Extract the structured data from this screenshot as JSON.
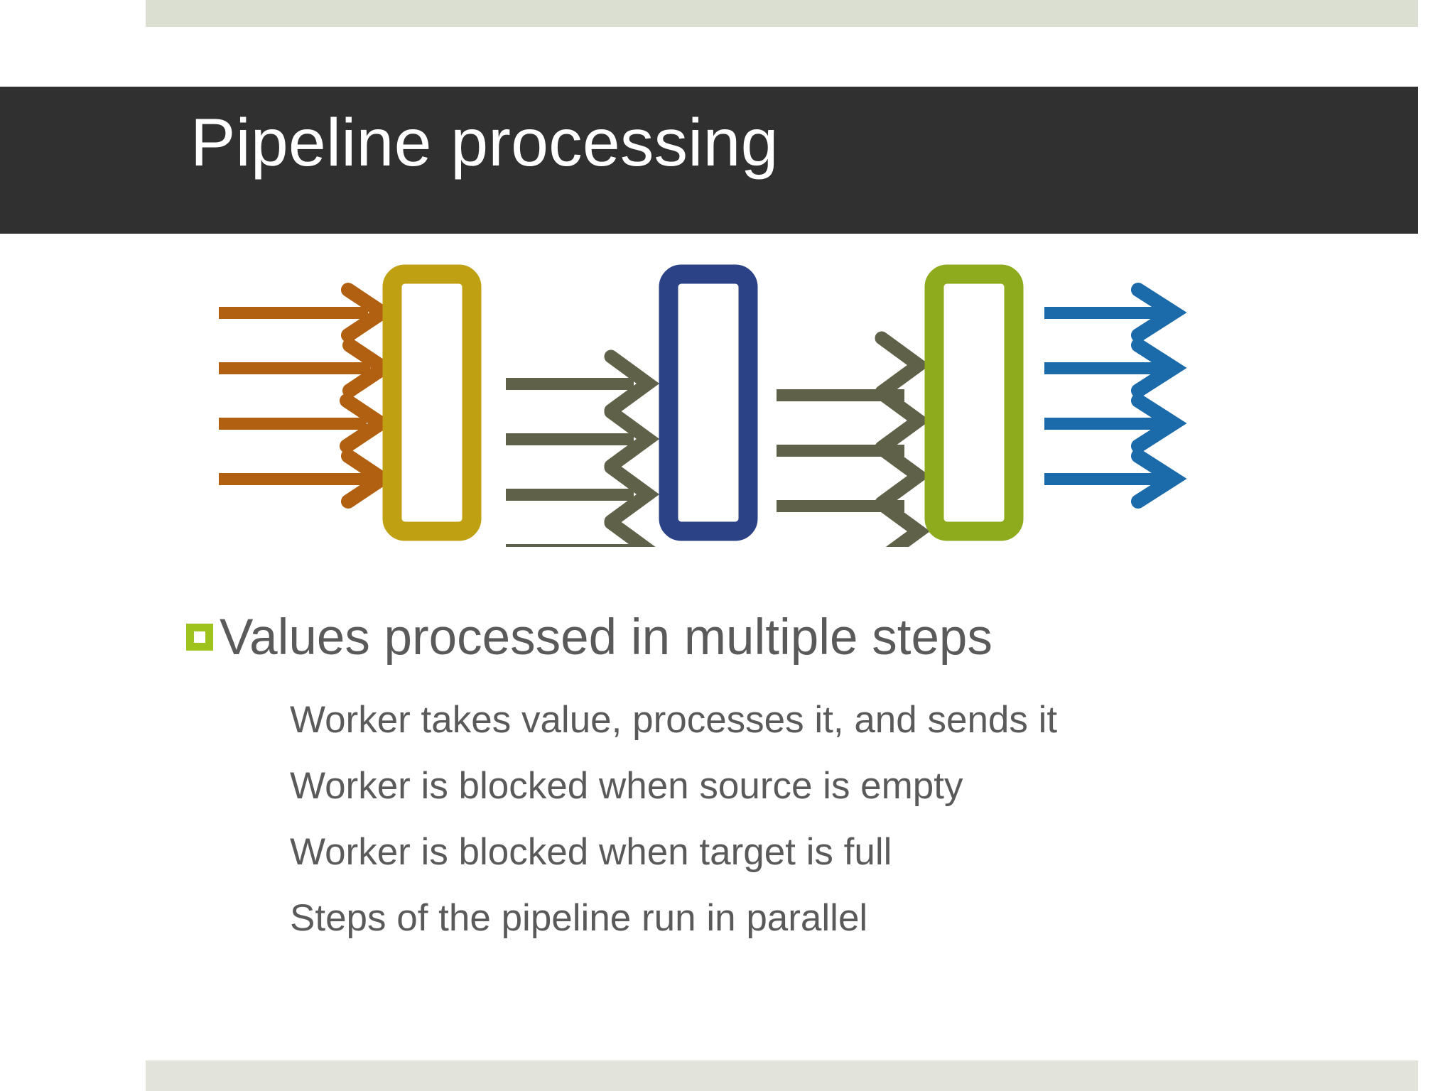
{
  "slide": {
    "title": "Pipeline processing",
    "bullet": {
      "marker_icon": "square-outline-bullet-icon",
      "text": "Values processed in multiple steps"
    },
    "sub_bullets": [
      "Worker takes value, processes it, and sends it",
      "Worker is blocked when source is empty",
      "Worker is blocked when target is full",
      "Steps of the pipeline run in parallel"
    ]
  },
  "diagram": {
    "name": "pipeline-processing-diagram",
    "description": "Four stages of arrows feeding three worker boxes",
    "arrow_groups": [
      {
        "name": "input-arrows",
        "color": "#b06010",
        "count": 4
      },
      {
        "name": "stage1-to-stage2-arrows",
        "color": "#5f6149",
        "count": 4
      },
      {
        "name": "stage2-to-stage3-arrows",
        "color": "#5f6149",
        "count": 4
      },
      {
        "name": "output-arrows",
        "color": "#1b6bab",
        "count": 4
      }
    ],
    "boxes": [
      {
        "name": "worker-box-1",
        "color": "#c0a013"
      },
      {
        "name": "worker-box-2",
        "color": "#2b4287"
      },
      {
        "name": "worker-box-3",
        "color": "#8eab1e"
      }
    ]
  },
  "colors": {
    "title_bar": "#303030",
    "title_text": "#ffffff",
    "body_text": "#5a5a5a",
    "band": "#dadfd2",
    "bullet_green": "#9ec31c",
    "orange": "#b06010",
    "olive": "#5f6149",
    "blue": "#1b6bab",
    "yellow": "#c0a013",
    "navy": "#2b4287",
    "green": "#8eab1e"
  }
}
